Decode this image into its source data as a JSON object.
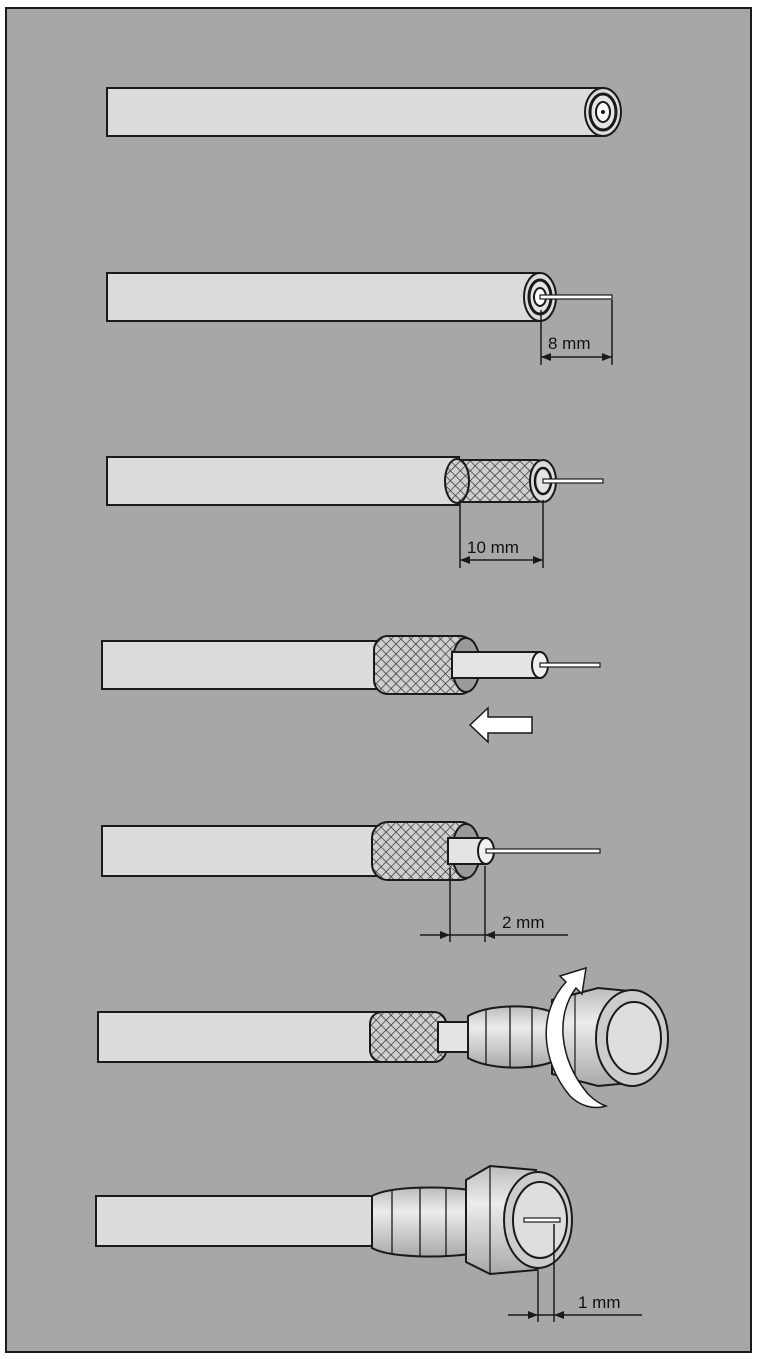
{
  "colors": {
    "background": "#a7a7a7",
    "jacket": "#dcdcdc",
    "outline": "#1a1a1a",
    "braid": "#c9c9c9",
    "dielectric": "#e4e4e4",
    "connector": "#d6d6d6",
    "arrow": "#ffffff"
  },
  "steps": [
    {
      "id": "step-1",
      "description_icon": "cable-end-icon"
    },
    {
      "id": "step-2",
      "measurement": "8 mm"
    },
    {
      "id": "step-3",
      "measurement": "10 mm"
    },
    {
      "id": "step-4",
      "action_icon": "arrow-left-icon"
    },
    {
      "id": "step-5",
      "measurement": "2 mm"
    },
    {
      "id": "step-6",
      "action_icon": "rotate-arrow-icon"
    },
    {
      "id": "step-7",
      "measurement": "1 mm"
    }
  ]
}
